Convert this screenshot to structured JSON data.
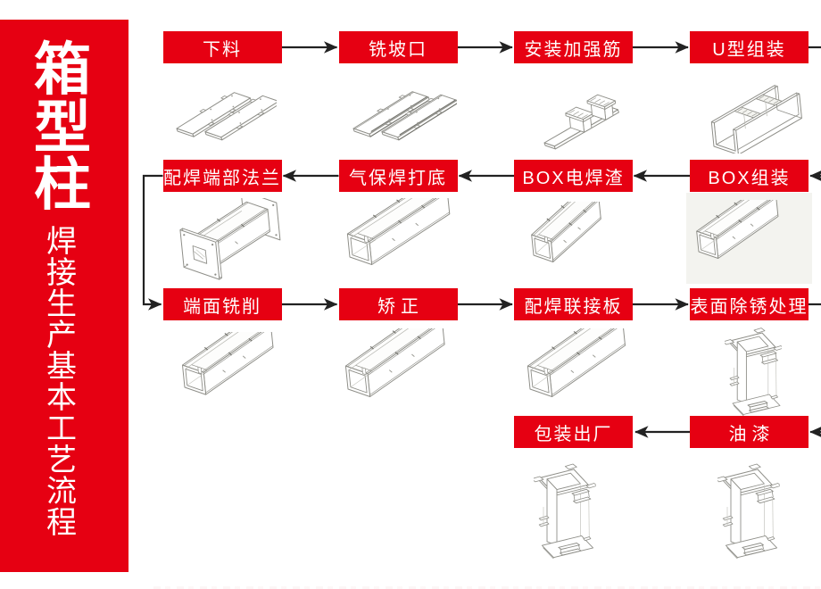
{
  "page": {
    "background": "#ffffff",
    "language": "zh-CN"
  },
  "banner": {
    "bg_color": "#e60012",
    "text_color": "#ffffff",
    "title": "箱型柱",
    "subtitle": "焊接生产基本工艺流程"
  },
  "flow": {
    "box_color": "#e60012",
    "box_text_color": "#ffffff",
    "arrow_color": "#222222",
    "steps": [
      {
        "id": 1,
        "label": "下料"
      },
      {
        "id": 2,
        "label": "铣坡口"
      },
      {
        "id": 3,
        "label": "安装加强筋"
      },
      {
        "id": 4,
        "label": "U型组装"
      },
      {
        "id": 5,
        "label": "配焊端部法兰"
      },
      {
        "id": 6,
        "label": "气保焊打底"
      },
      {
        "id": 7,
        "label": "BOX电焊渣"
      },
      {
        "id": 8,
        "label": "BOX组装"
      },
      {
        "id": 9,
        "label": "端面铣削"
      },
      {
        "id": 10,
        "label": "矫正"
      },
      {
        "id": 11,
        "label": "配焊联接板"
      },
      {
        "id": 12,
        "label": "表面除锈处理"
      },
      {
        "id": 13,
        "label": "包装出厂"
      },
      {
        "id": 14,
        "label": "油漆"
      }
    ],
    "connections": [
      {
        "from": 1,
        "to": 2
      },
      {
        "from": 2,
        "to": 3
      },
      {
        "from": 3,
        "to": 4
      },
      {
        "from": 4,
        "to": 8
      },
      {
        "from": 8,
        "to": 7
      },
      {
        "from": 7,
        "to": 6
      },
      {
        "from": 6,
        "to": 5
      },
      {
        "from": 5,
        "to": 9
      },
      {
        "from": 9,
        "to": 10
      },
      {
        "from": 10,
        "to": 11
      },
      {
        "from": 11,
        "to": 12
      },
      {
        "from": 12,
        "to": 14
      },
      {
        "from": 14,
        "to": 13
      }
    ]
  }
}
